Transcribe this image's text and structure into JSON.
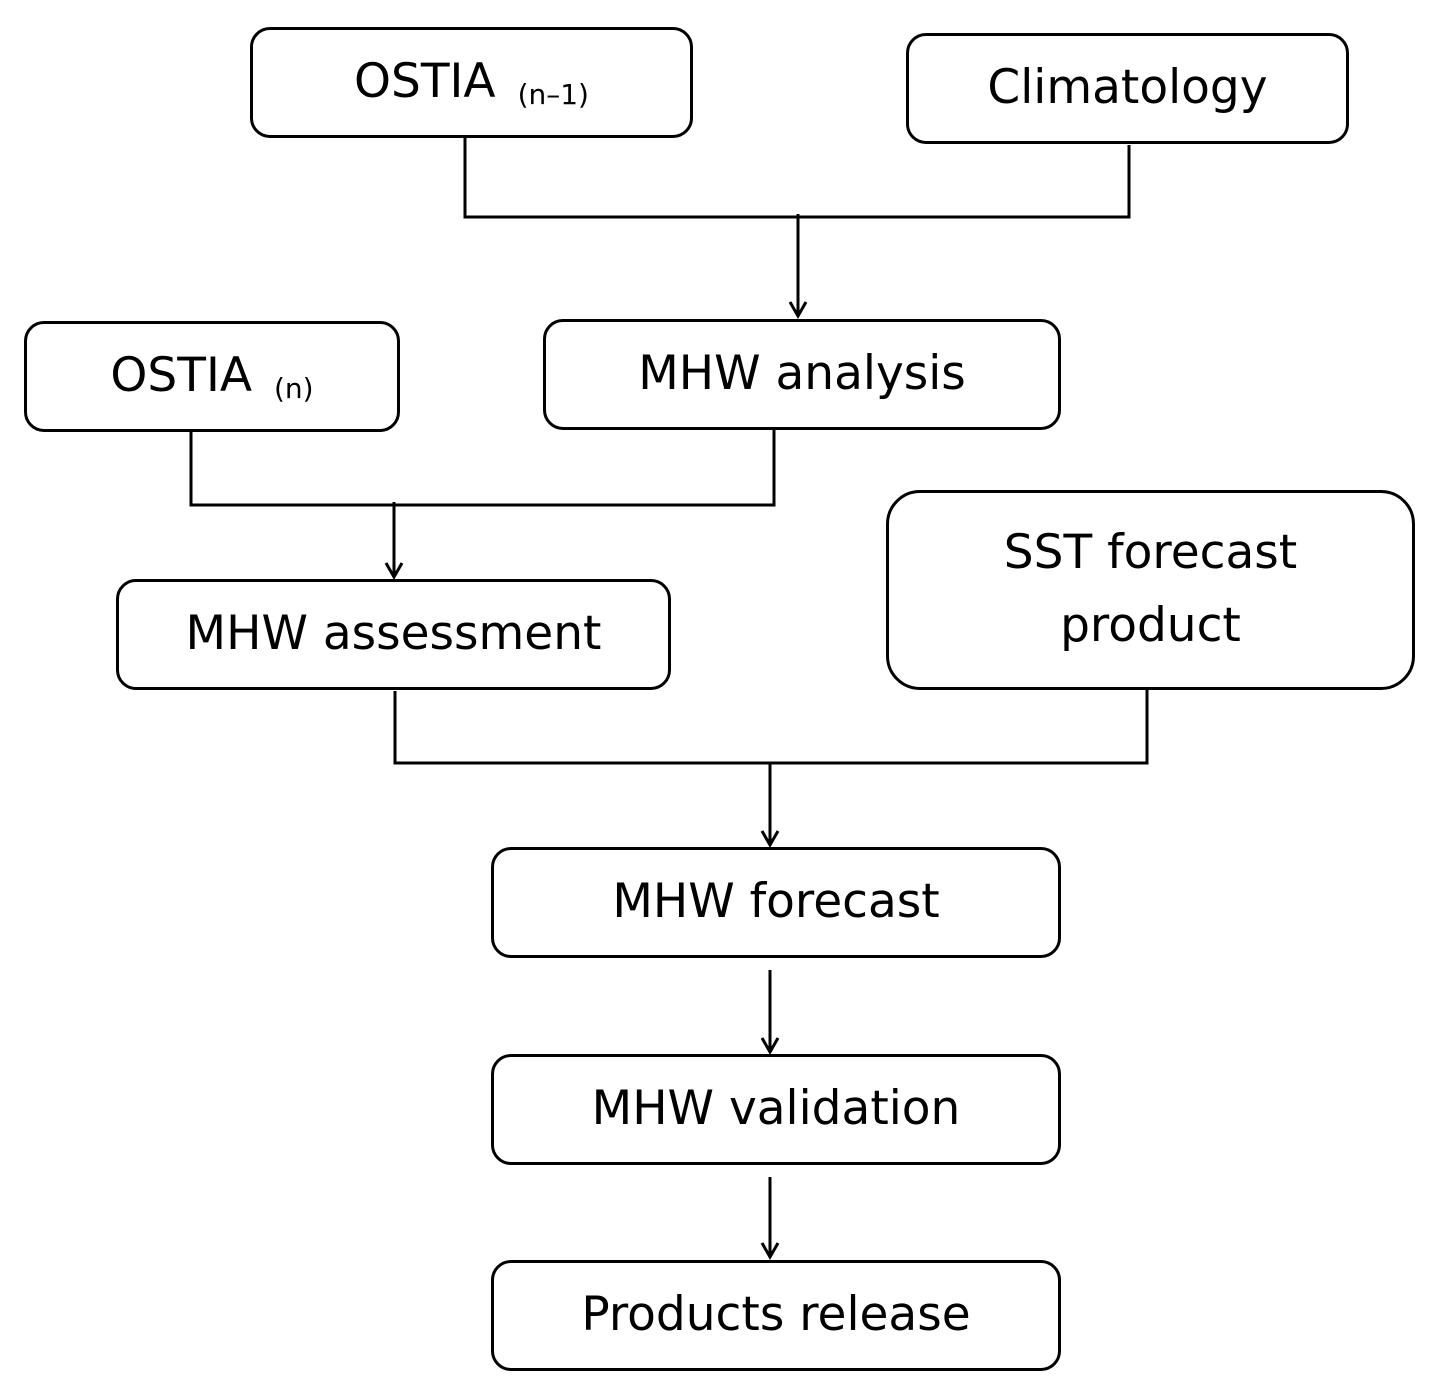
{
  "nodes": {
    "ostia_prev": {
      "label": "OSTIA",
      "subscript": "(n–1)"
    },
    "climatology": {
      "label": "Climatology"
    },
    "ostia_curr": {
      "label": "OSTIA",
      "subscript": "(n)"
    },
    "mhw_analysis": {
      "label": "MHW analysis"
    },
    "mhw_assessment": {
      "label": "MHW assessment"
    },
    "sst_forecast": {
      "line1": "SST forecast",
      "line2": "product"
    },
    "mhw_forecast": {
      "label": "MHW forecast"
    },
    "mhw_validation": {
      "label": "MHW validation"
    },
    "products_release": {
      "label": "Products release"
    }
  },
  "edges": [
    {
      "from": [
        "ostia_prev",
        "climatology"
      ],
      "to": "mhw_analysis"
    },
    {
      "from": [
        "ostia_curr",
        "mhw_analysis"
      ],
      "to": "mhw_assessment"
    },
    {
      "from": [
        "mhw_assessment",
        "sst_forecast"
      ],
      "to": "mhw_forecast"
    },
    {
      "from": [
        "mhw_forecast"
      ],
      "to": "mhw_validation"
    },
    {
      "from": [
        "mhw_validation"
      ],
      "to": "products_release"
    }
  ]
}
